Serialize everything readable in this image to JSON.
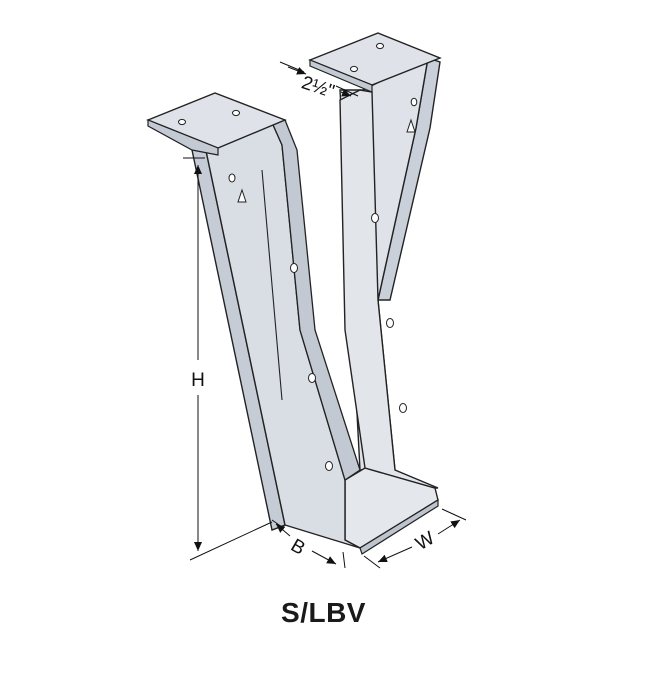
{
  "product": {
    "name": "S/LBV"
  },
  "dimensions": {
    "height_label": "H",
    "seat_label": "B",
    "width_label": "W",
    "top_flange_label": "2½\""
  },
  "colors": {
    "metal_light": "#dfe3e9",
    "metal_mid": "#cdd3dc",
    "metal_dark": "#b7bec9",
    "outline": "#222222",
    "hole": "#ffffff"
  }
}
